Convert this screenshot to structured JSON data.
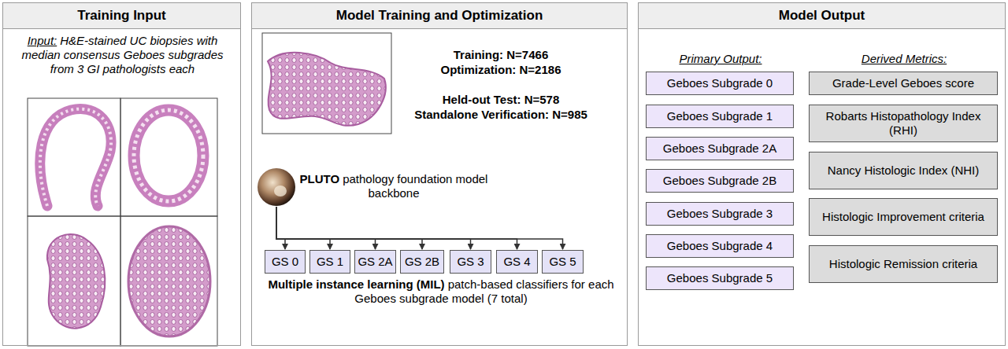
{
  "diagram": {
    "nodes": [
      {
        "text": [
          "Training Input",
          "Input:",
          "H&E-stained UC biopsies with median consensus Geboes subgrades from 3 GI pathologists each"
        ]
      },
      {
        "text": [
          "Model Training and Optimization",
          "Training: N=7466",
          "Optimization: N=2186",
          "Held-out Test: N=578",
          "Standalone Verification: N=985",
          "Multiple instance learning (MIL)",
          "patch-based classifiers for each Geboes subgrade model (7 total)"
        ]
      },
      {
        "text": [
          "PLUTO",
          "pathology foundation model backbone"
        ],
        "in": 1
      },
      {
        "text": [
          "GS 0"
        ],
        "in": 1
      },
      {
        "text": [
          "GS 1"
        ],
        "in": 1
      },
      {
        "text": [
          "GS 2A"
        ],
        "in": 1
      },
      {
        "text": [
          "GS 2B"
        ],
        "in": 1
      },
      {
        "text": [
          "GS 3"
        ],
        "in": 1
      },
      {
        "text": [
          "GS 4"
        ],
        "in": 1
      },
      {
        "text": [
          "GS 5"
        ],
        "in": 1
      },
      {
        "text": [
          "Model Output",
          "Primary Output:",
          "Derived Metrics:"
        ]
      },
      {
        "text": [
          "Geboes Subgrade 0"
        ],
        "in": 10
      },
      {
        "text": [
          "Geboes Subgrade 1"
        ],
        "in": 10
      },
      {
        "text": [
          "Geboes Subgrade 2A"
        ],
        "in": 10
      },
      {
        "text": [
          "Geboes Subgrade 2B"
        ],
        "in": 10
      },
      {
        "text": [
          "Geboes Subgrade 3"
        ],
        "in": 10
      },
      {
        "text": [
          "Geboes Subgrade 4"
        ],
        "in": 10
      },
      {
        "text": [
          "Geboes Subgrade 5"
        ],
        "in": 10
      },
      {
        "text": [
          "Grade-Level Geboes score"
        ],
        "in": 10
      },
      {
        "text": [
          "Robarts Histopathology Index (RHI)"
        ],
        "in": 10
      },
      {
        "text": [
          "Nancy Histologic Index (NHI)"
        ],
        "in": 10
      },
      {
        "text": [
          "Histologic Improvement criteria"
        ],
        "in": 10
      },
      {
        "text": [
          "Histologic Remission criteria"
        ],
        "in": 10
      }
    ],
    "edges": [
      {
        "from": 2,
        "to": 3,
        "arrow": "to"
      },
      {
        "from": 2,
        "to": 4,
        "arrow": "to"
      },
      {
        "from": 2,
        "to": 5,
        "arrow": "to"
      },
      {
        "from": 2,
        "to": 6,
        "arrow": "to"
      },
      {
        "from": 2,
        "to": 7,
        "arrow": "to"
      },
      {
        "from": 2,
        "to": 8,
        "arrow": "to"
      },
      {
        "from": 2,
        "to": 9,
        "arrow": "to"
      }
    ]
  }
}
